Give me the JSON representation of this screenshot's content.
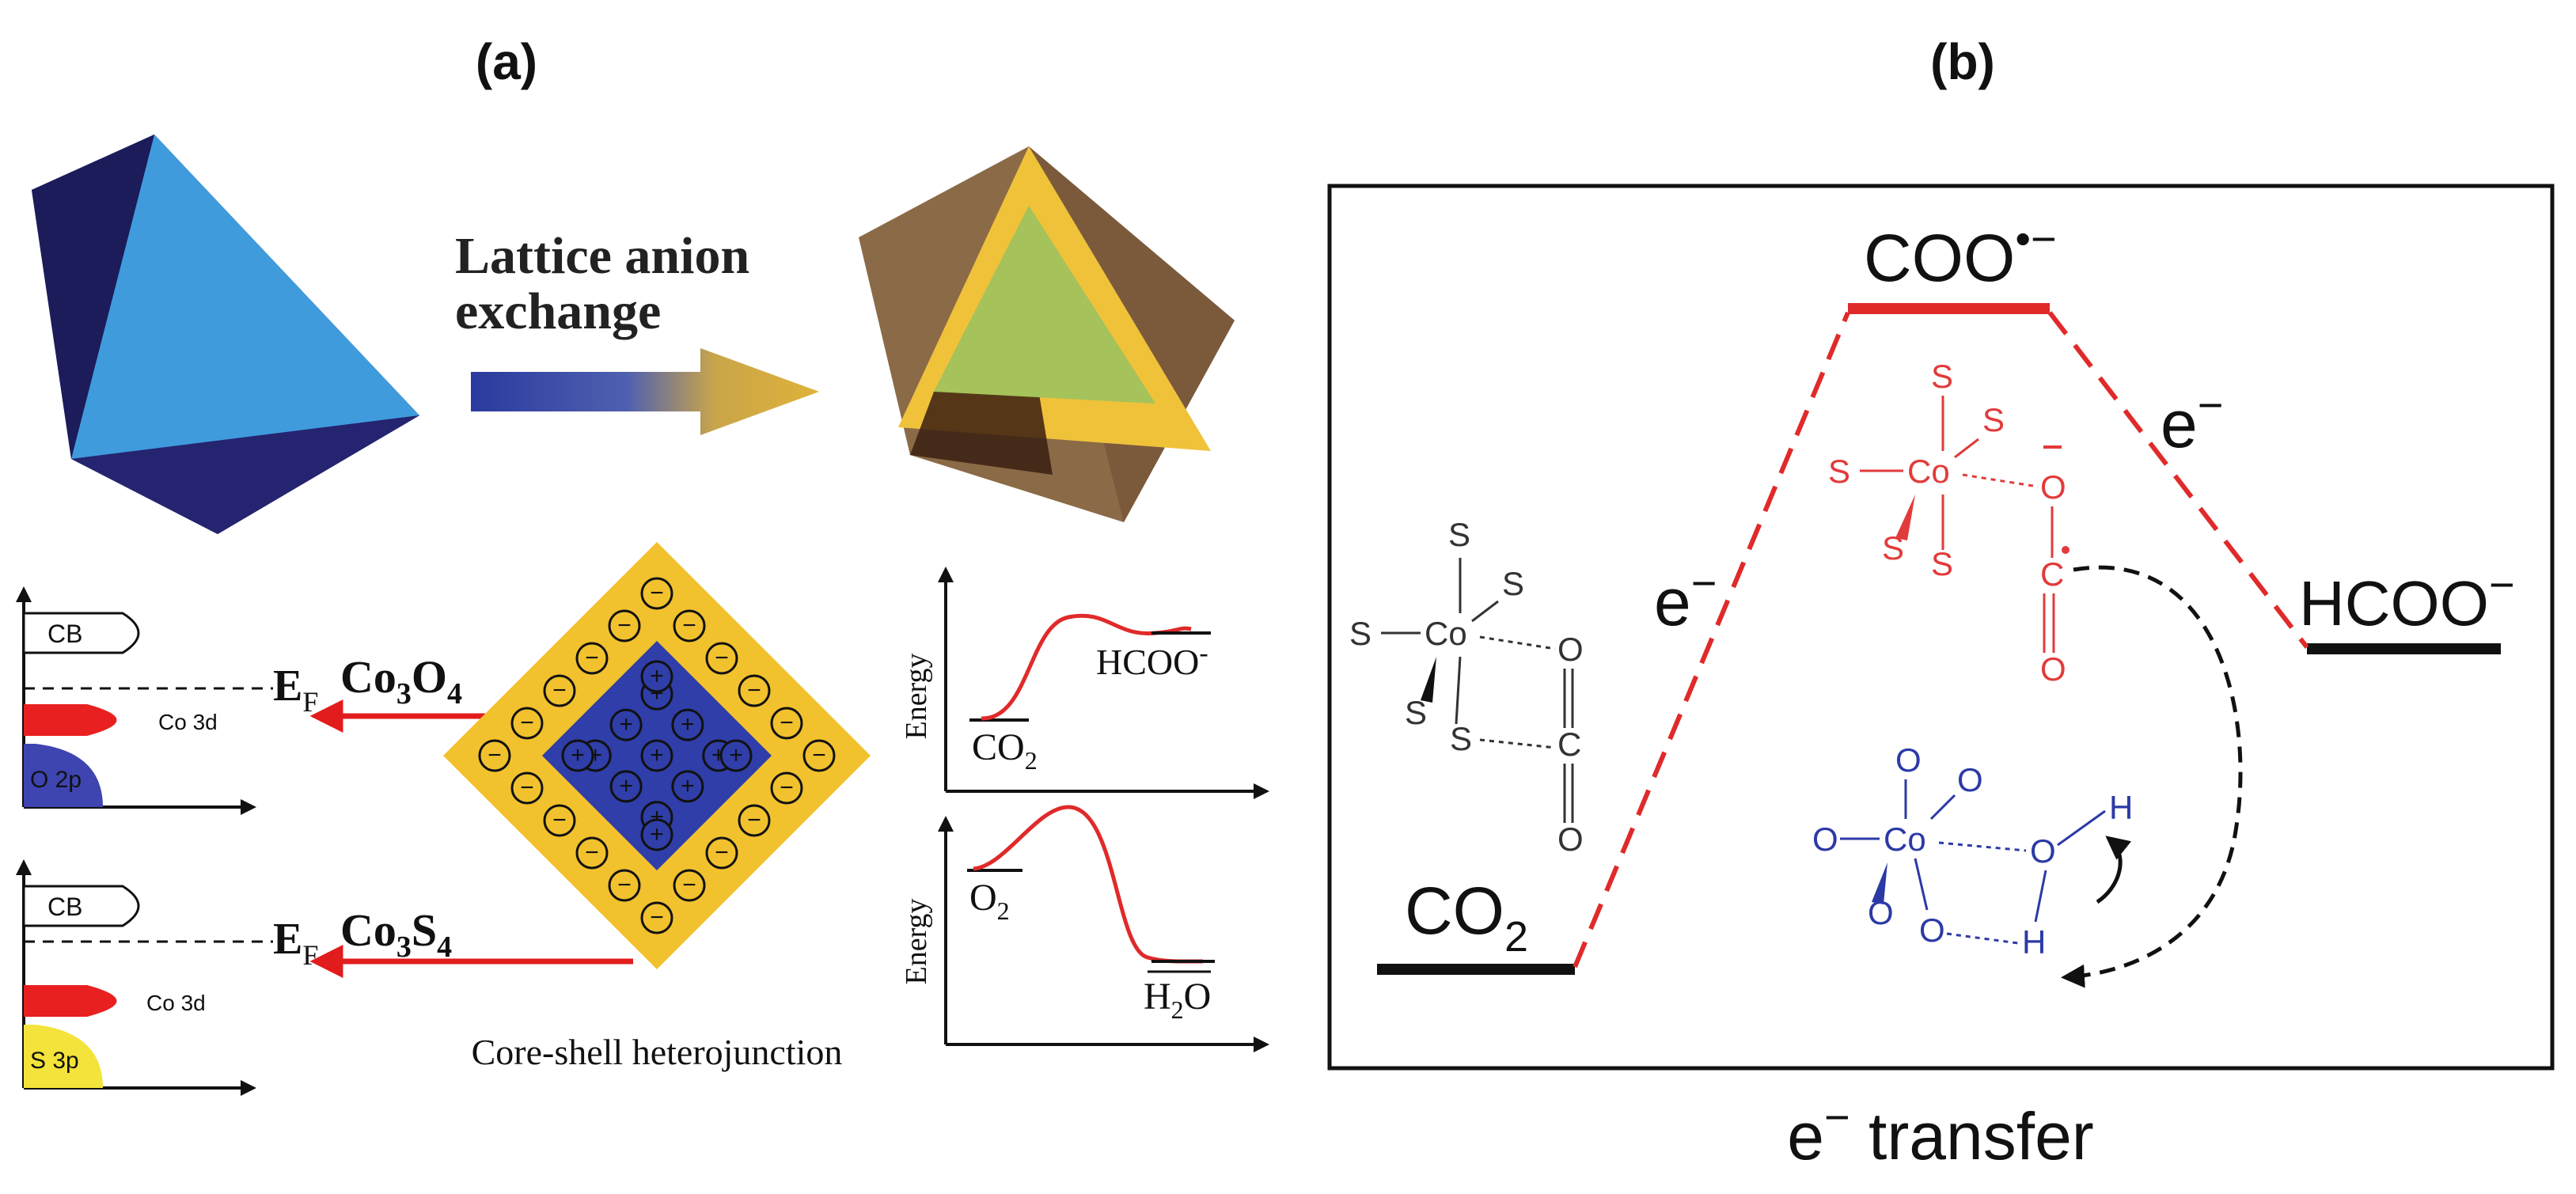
{
  "panel_a": {
    "label": "(a)",
    "process_label_line1": "Lattice anion",
    "process_label_line2": "exchange",
    "core_shell_caption": "Core-shell heterojunction",
    "dos_top": {
      "cb": "CB",
      "metal_band": "Co 3d",
      "anion_band": "O 2p",
      "fermi_prefix": "E",
      "fermi_sub": "F",
      "compound": {
        "el1": "Co",
        "n1": "3",
        "el2": "O",
        "n2": "4"
      }
    },
    "dos_bottom": {
      "cb": "CB",
      "metal_band": "Co 3d",
      "anion_band": "S 3p",
      "fermi_prefix": "E",
      "fermi_sub": "F",
      "compound": {
        "el1": "Co",
        "n1": "3",
        "el2": "S",
        "n2": "4"
      }
    },
    "energy_top": {
      "ylabel": "Energy",
      "reactant": "CO",
      "reactant_sub": "2",
      "product": "HCOO",
      "product_sup": "-"
    },
    "energy_bottom": {
      "ylabel": "Energy",
      "reactant": "O",
      "reactant_sub": "2",
      "product": "H",
      "product_sub": "2",
      "product_tail": "O"
    },
    "core_charge": "+",
    "shell_charge": "−"
  },
  "panel_b": {
    "label": "(b)",
    "level_co2": "CO",
    "level_co2_sub": "2",
    "level_coo": "COO",
    "level_coo_sup": "•−",
    "level_hcoo": "HCOO",
    "level_hcoo_sup": "−",
    "e_left": "e",
    "e_left_sup": "−",
    "e_right": "e",
    "e_right_sup": "−",
    "bottom_label_e": "e",
    "bottom_label_sup": "−",
    "bottom_label_text": " transfer",
    "cluster_co2": {
      "metal": "Co",
      "ligand": "S",
      "ox": "O",
      "c": "C"
    },
    "cluster_coo": {
      "metal": "Co",
      "ligand": "S",
      "ox": "O",
      "c": "C"
    },
    "cluster_h2o": {
      "metal": "Co",
      "ligand": "O",
      "ox": "O",
      "h": "H"
    }
  },
  "colors": {
    "core_blue": "#2f3ea8",
    "shell_yellow": "#f2c12e",
    "level_red": "#e02a2a",
    "level_black": "#111111",
    "cluster_red": "#e23b3b",
    "cluster_blue": "#2c3aa6",
    "arrow_red": "#e21c1c"
  }
}
